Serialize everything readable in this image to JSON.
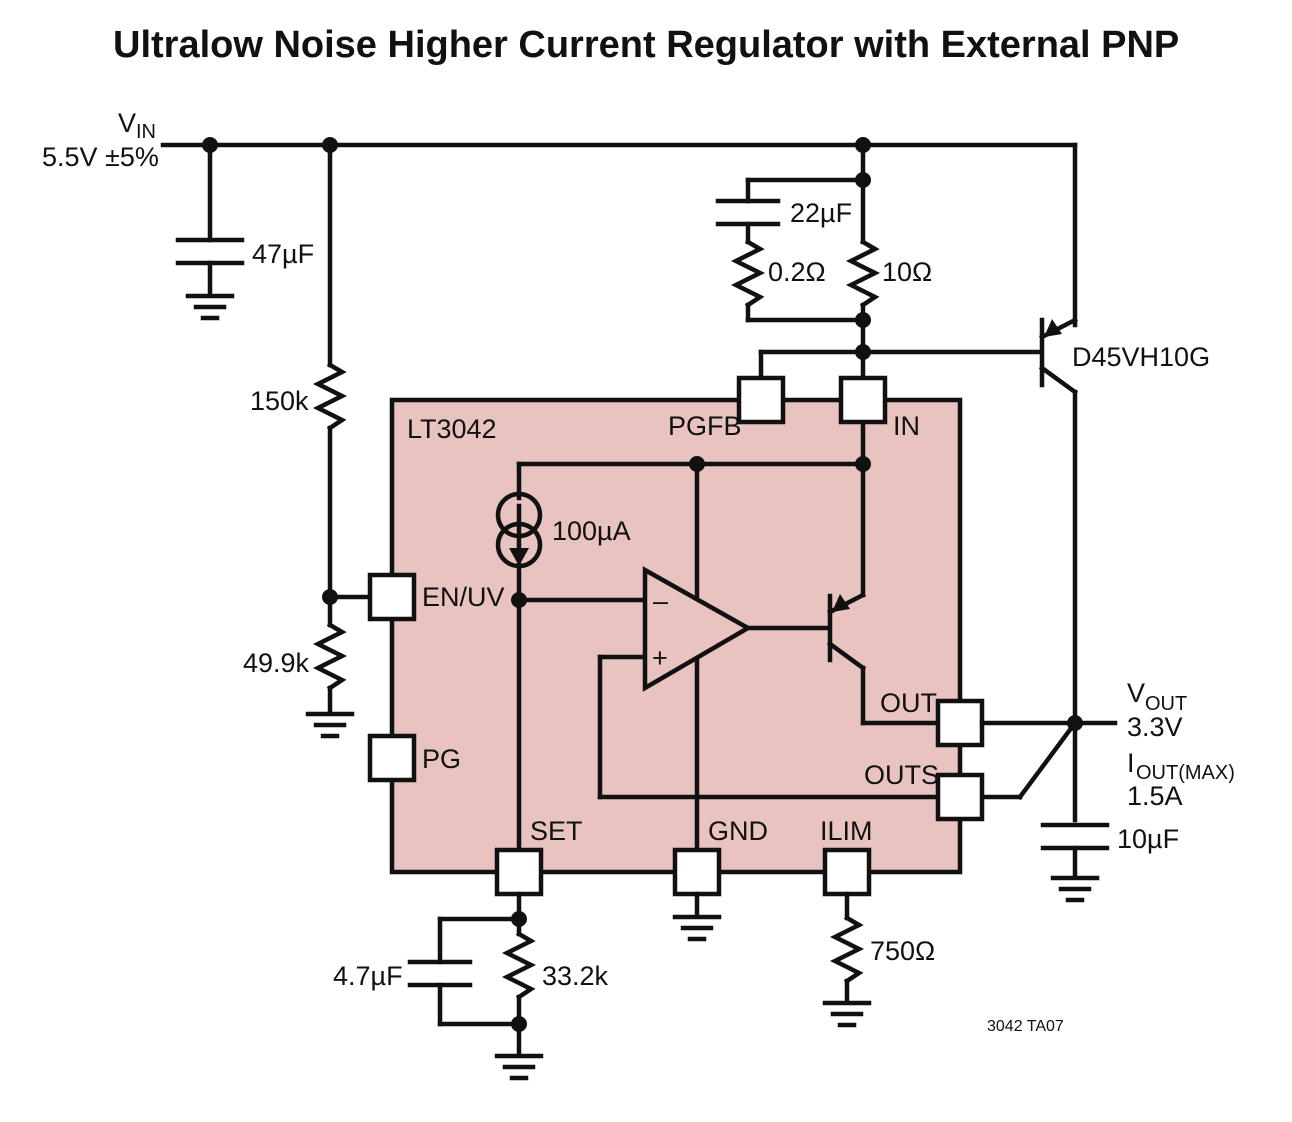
{
  "title": "Ultralow Noise Higher Current Regulator with External PNP",
  "colors": {
    "ic_fill": "#e8c3bf",
    "ink": "#111111",
    "background": "#ffffff"
  },
  "input": {
    "label": "V",
    "label_sub": "IN",
    "value": "5.5V ±5%"
  },
  "output": {
    "voltage_label": "V",
    "voltage_sub": "OUT",
    "voltage_value": "3.3V",
    "current_label": "I",
    "current_sub": "OUT(MAX)",
    "current_value": "1.5A"
  },
  "ic": {
    "name": "LT3042",
    "pins": {
      "pgfb": "PGFB",
      "in": "IN",
      "en_uv": "EN/UV",
      "pg": "PG",
      "out": "OUT",
      "outs": "OUTS",
      "set": "SET",
      "gnd": "GND",
      "ilim": "ILIM"
    },
    "current_source": "100µA",
    "opamp_minus": "–",
    "opamp_plus": "+"
  },
  "components": {
    "c_in": "47µF",
    "r_top": "150k",
    "r_bottom": "49.9k",
    "c_pgfb": "22µF",
    "r_esr": "0.2Ω",
    "r_base": "10Ω",
    "pnp": "D45VH10G",
    "c_out": "10µF",
    "c_set": "4.7µF",
    "r_set": "33.2k",
    "r_ilim": "750Ω"
  },
  "figure_id": "3042 TA07"
}
